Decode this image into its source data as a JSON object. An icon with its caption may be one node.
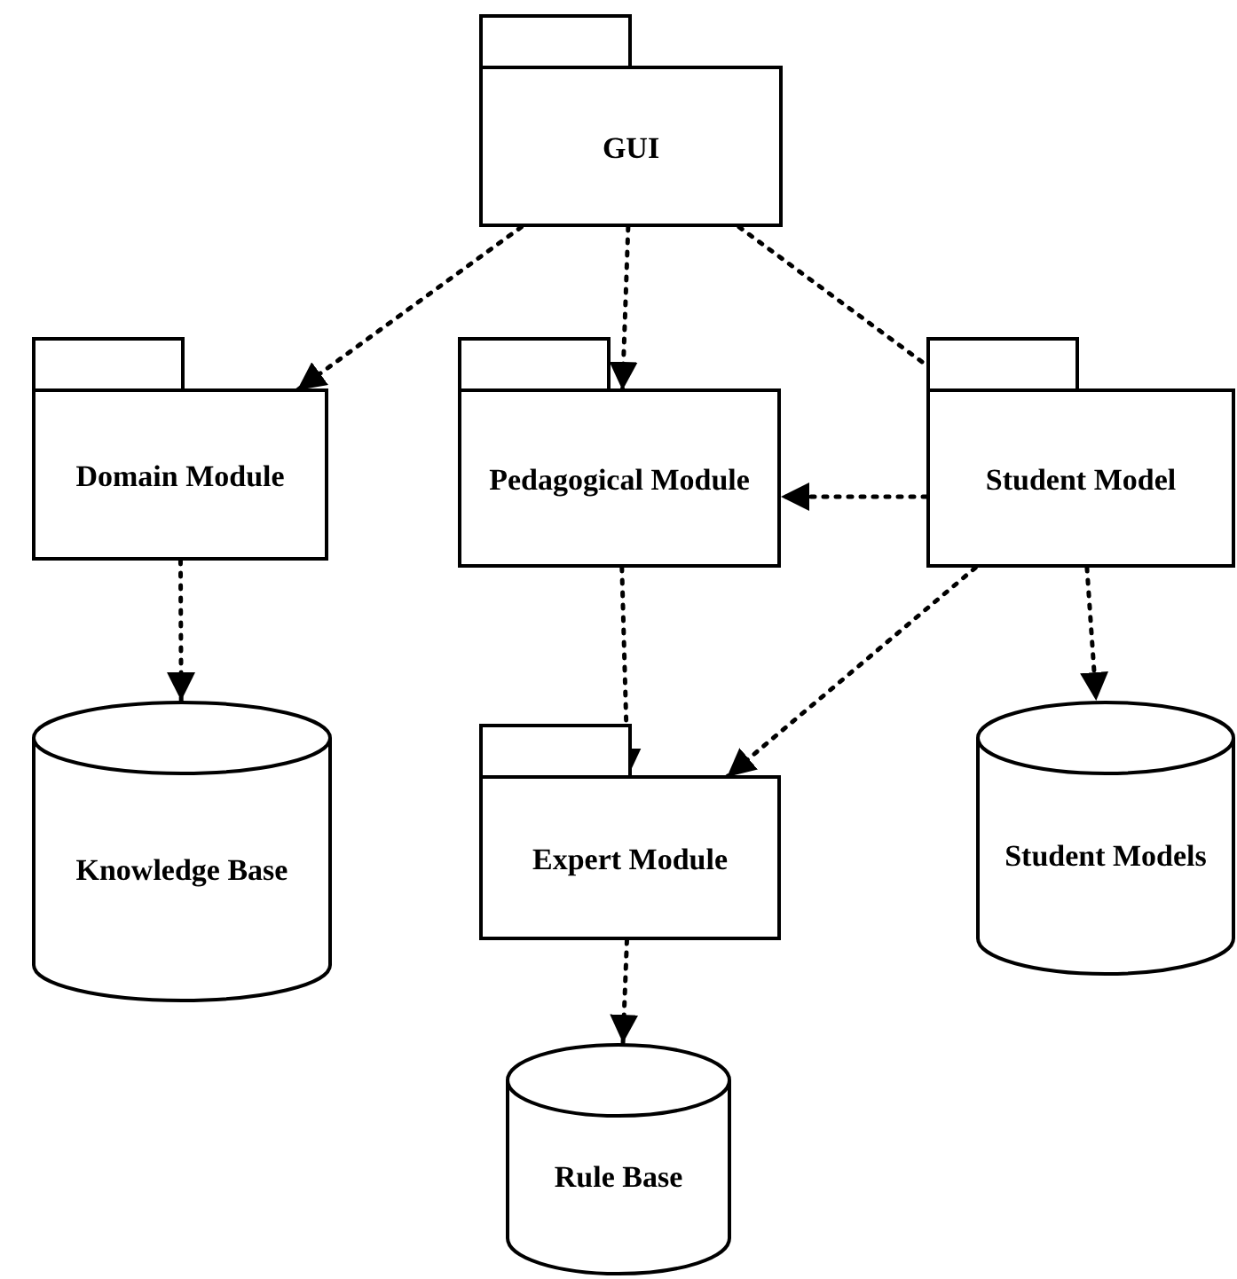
{
  "diagram": {
    "nodes": [
      {
        "text": [
          "GUI"
        ]
      },
      {
        "text": [
          "Domain Module"
        ]
      },
      {
        "text": [
          "Pedagogical Module"
        ]
      },
      {
        "text": [
          "Student Model"
        ]
      },
      {
        "text": [
          "Knowledge Base"
        ]
      },
      {
        "text": [
          "Expert Module"
        ]
      },
      {
        "text": [
          "Student Models"
        ]
      },
      {
        "text": [
          "Rule Base"
        ]
      }
    ],
    "edges": [
      {
        "from": 0,
        "to": 1,
        "arrow": "to",
        "style": "dashed"
      },
      {
        "from": 0,
        "to": 2,
        "arrow": "to",
        "style": "dashed"
      },
      {
        "from": 0,
        "to": 3,
        "arrow": "none",
        "style": "dashed"
      },
      {
        "from": 3,
        "to": 2,
        "arrow": "to",
        "style": "dashed"
      },
      {
        "from": 1,
        "to": 4,
        "arrow": "to",
        "style": "dashed"
      },
      {
        "from": 2,
        "to": 5,
        "arrow": "to",
        "style": "dashed"
      },
      {
        "from": 3,
        "to": 5,
        "arrow": "to",
        "style": "dashed"
      },
      {
        "from": 3,
        "to": 6,
        "arrow": "to",
        "style": "dashed"
      },
      {
        "from": 5,
        "to": 7,
        "arrow": "to",
        "style": "dashed"
      }
    ]
  }
}
